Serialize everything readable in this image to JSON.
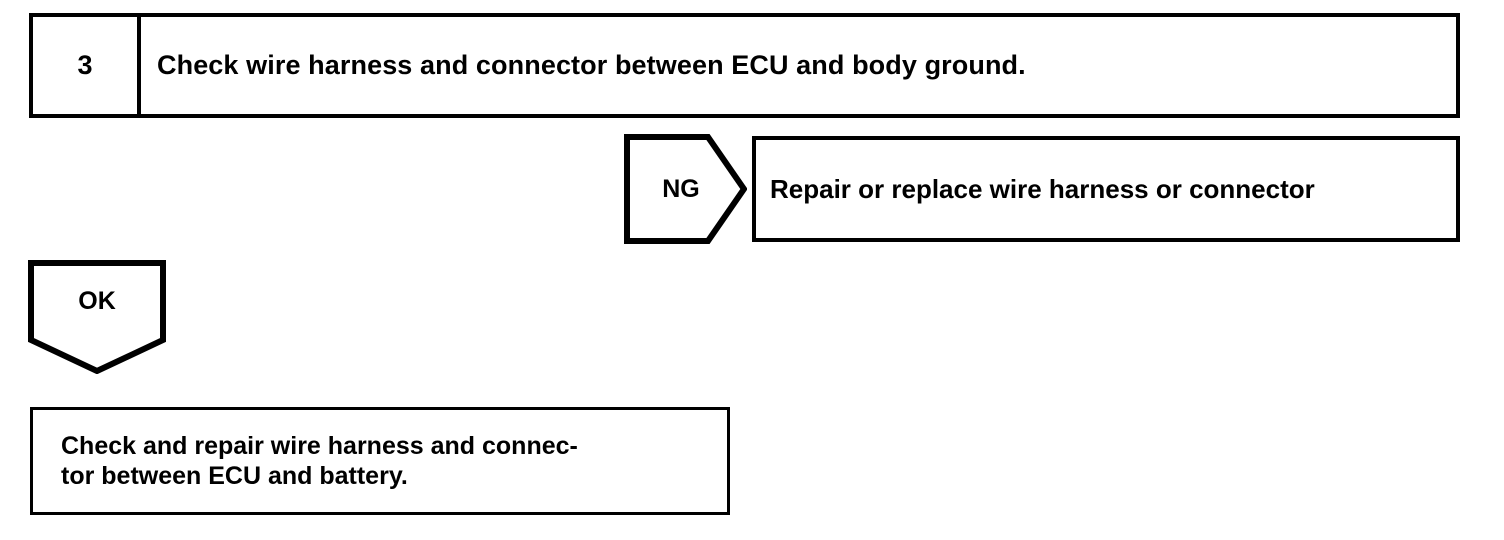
{
  "diagram": {
    "type": "troubleshooting-flowchart",
    "colors": {
      "stroke": "#000000",
      "fill": "#ffffff",
      "text": "#000000"
    },
    "step": {
      "number": "3",
      "instruction": "Check wire harness and connector between ECU and body ground."
    },
    "branches": {
      "ng": {
        "label": "NG",
        "result": "Repair or replace wire harness or connector"
      },
      "ok": {
        "label": "OK",
        "result_line_1": "Check and repair wire harness and connec-",
        "result_line_2": "tor between ECU and battery."
      }
    }
  }
}
